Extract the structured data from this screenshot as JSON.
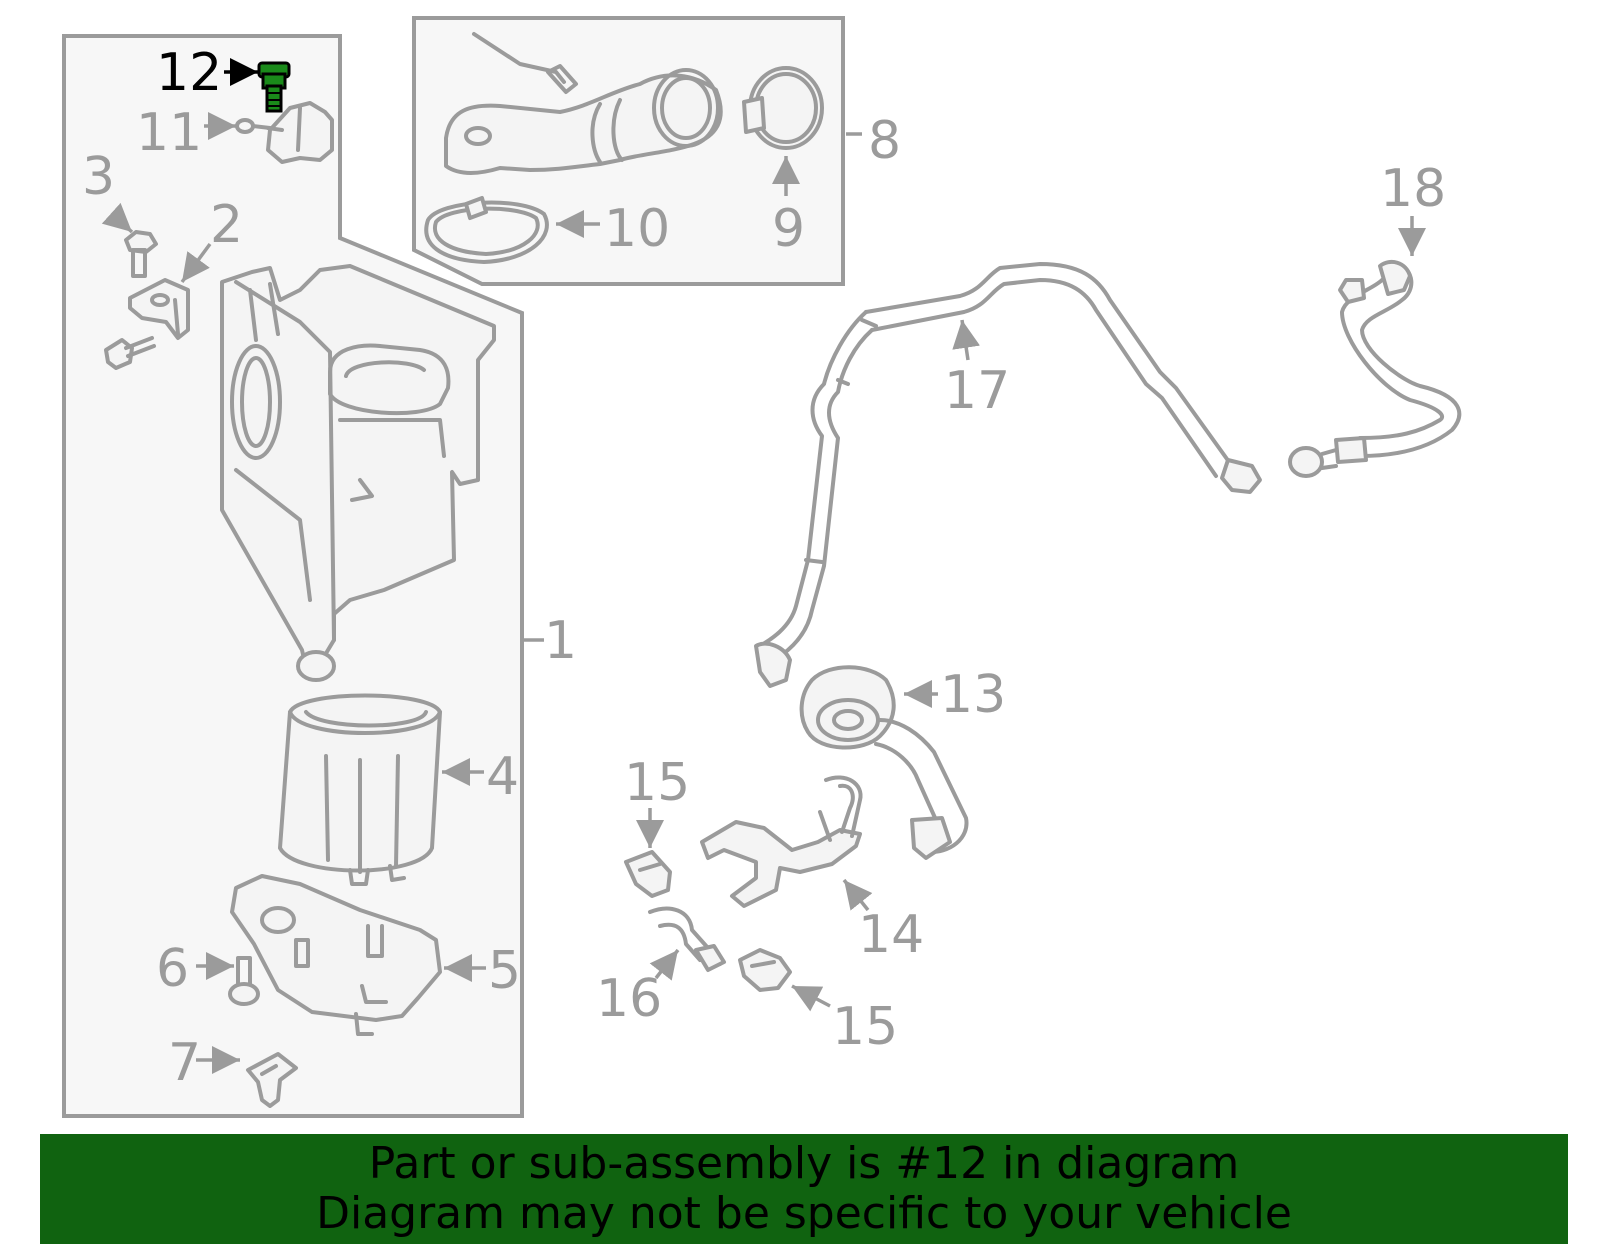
{
  "diagram": {
    "highlight_color": "#1a8a1a",
    "highlighted_part": "12",
    "callouts": {
      "c1": "1",
      "c2": "2",
      "c3": "3",
      "c4": "4",
      "c5": "5",
      "c6": "6",
      "c7": "7",
      "c8": "8",
      "c9": "9",
      "c10": "10",
      "c11": "11",
      "c12": "12",
      "c13": "13",
      "c14": "14",
      "c15a": "15",
      "c15b": "15",
      "c16": "16",
      "c17": "17",
      "c18": "18"
    }
  },
  "banner": {
    "background": "#106310",
    "line1": "Part or sub-assembly is #12 in diagram",
    "line2": "Diagram may not be specific to your vehicle"
  }
}
